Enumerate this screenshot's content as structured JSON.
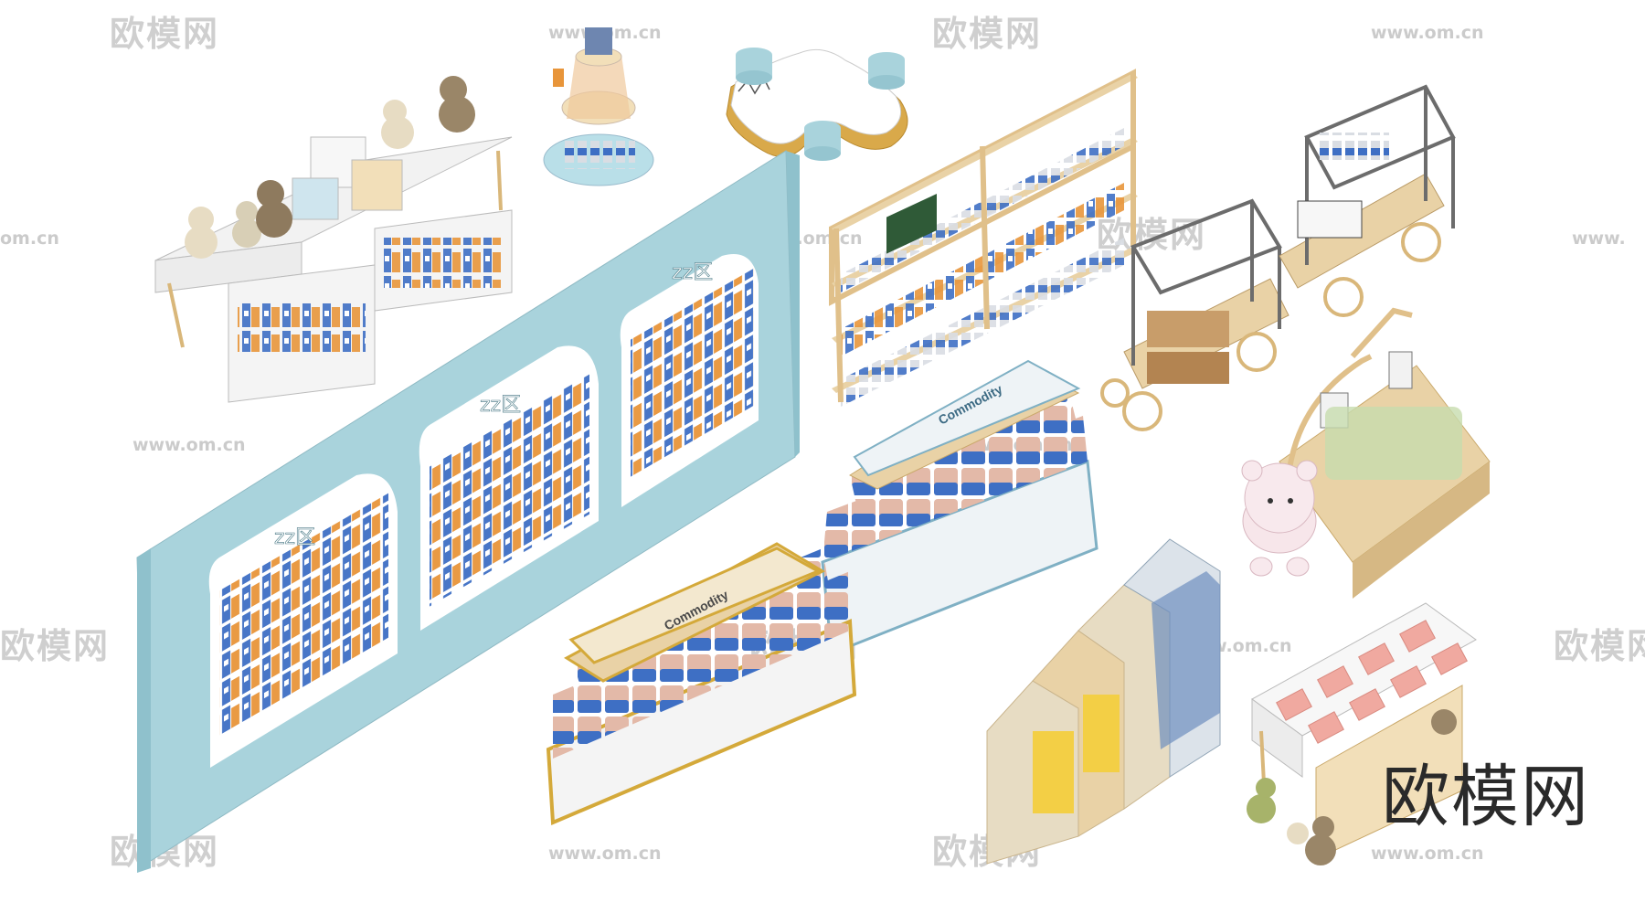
{
  "watermarks": {
    "logo": "欧模网",
    "url": "www.om.cn",
    "url_partial_left": "om.cn",
    "url_partial_right": "www."
  },
  "brand": "欧模网",
  "labels": {
    "commodity": "Commodity",
    "zone": "zz区"
  },
  "colors": {
    "wall_blue": "#a9d3dc",
    "wood": "#e9d2a6",
    "gold": "#d4a93a",
    "white": "#f7f7f7",
    "orange_product": "#e8953a",
    "blue_product": "#3e6fc4"
  }
}
